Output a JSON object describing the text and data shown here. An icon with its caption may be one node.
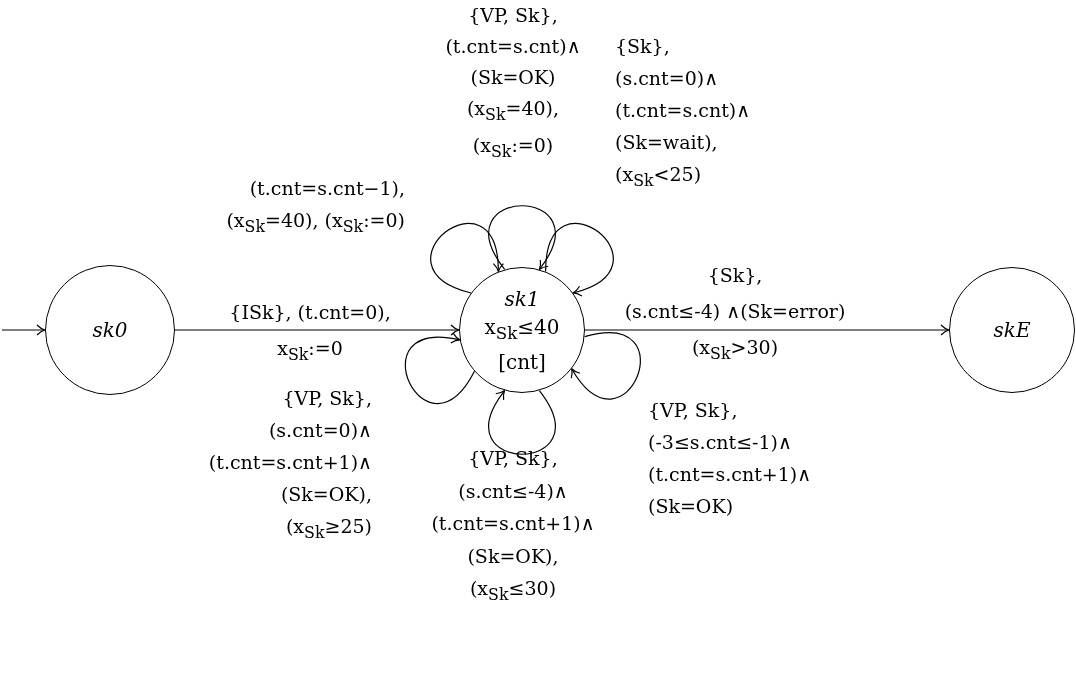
{
  "diagram": {
    "nodes": [
      {
        "text": [
          "sk0"
        ]
      },
      {
        "text": [
          "sk1",
          "x$_{Sk}$≤40",
          "[cnt]"
        ]
      },
      {
        "text": [
          "skE"
        ]
      }
    ],
    "edges": [
      {
        "from": null,
        "to": 0,
        "arrow": "to"
      },
      {
        "from": 0,
        "to": 1,
        "arrow": "to",
        "label": "{ISk}, (t.cnt=0), x$_{Sk}$:=0"
      },
      {
        "from": 1,
        "to": 1,
        "arrow": "to",
        "label": "(t.cnt=s.cnt−1), (x$_{Sk}$=40), (x$_{Sk}$:=0)"
      },
      {
        "from": 1,
        "to": 1,
        "arrow": "to",
        "label": "{VP, Sk}, (t.cnt=s.cnt)∧ (Sk=OK) (x$_{Sk}$=40), (x$_{Sk}$:=0)"
      },
      {
        "from": 1,
        "to": 1,
        "arrow": "to",
        "label": "{Sk}, (s.cnt=0)∧ (t.cnt=s.cnt)∧ (Sk=wait), (x$_{Sk}$<25)"
      },
      {
        "from": 1,
        "to": 2,
        "arrow": "to",
        "label": "{Sk}, (s.cnt≤-4) ∧(Sk=error) (x$_{Sk}$>30)"
      },
      {
        "from": 1,
        "to": 1,
        "arrow": "to",
        "label": "{VP, Sk}, (-3≤s.cnt≤-1)∧ (t.cnt=s.cnt+1)∧ (Sk=OK)"
      },
      {
        "from": 1,
        "to": 1,
        "arrow": "to",
        "label": "{VP, Sk}, (s.cnt≤-4)∧ (t.cnt=s.cnt+1)∧ (Sk=OK), (x$_{Sk}$≤30)"
      },
      {
        "from": 1,
        "to": 1,
        "arrow": "to",
        "label": "{VP, Sk}, (s.cnt=0)∧ (t.cnt=s.cnt+1)∧ (Sk=OK), (x$_{Sk}$≥25)"
      }
    ]
  }
}
